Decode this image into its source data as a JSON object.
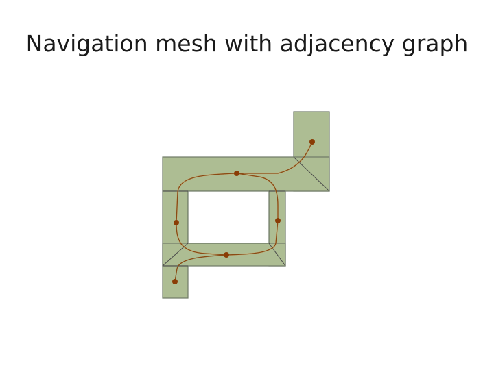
{
  "slide": {
    "title": "Navigation mesh with adjacency graph"
  },
  "diagram": {
    "colors": {
      "region_fill": "#adbd93",
      "region_stroke": "#6f7a66",
      "edge": "#4a4a4a",
      "graph_path": "#8a4a14",
      "graph_node": "#8a3c05"
    },
    "regions": [
      "top-right-tab",
      "top-bar",
      "left-column",
      "right-column",
      "bottom-bar",
      "bottom-left-tab"
    ],
    "nodes": [
      "node-top-right",
      "node-top-bar",
      "node-left",
      "node-right",
      "node-bottom-bar",
      "node-bottom-left"
    ]
  }
}
